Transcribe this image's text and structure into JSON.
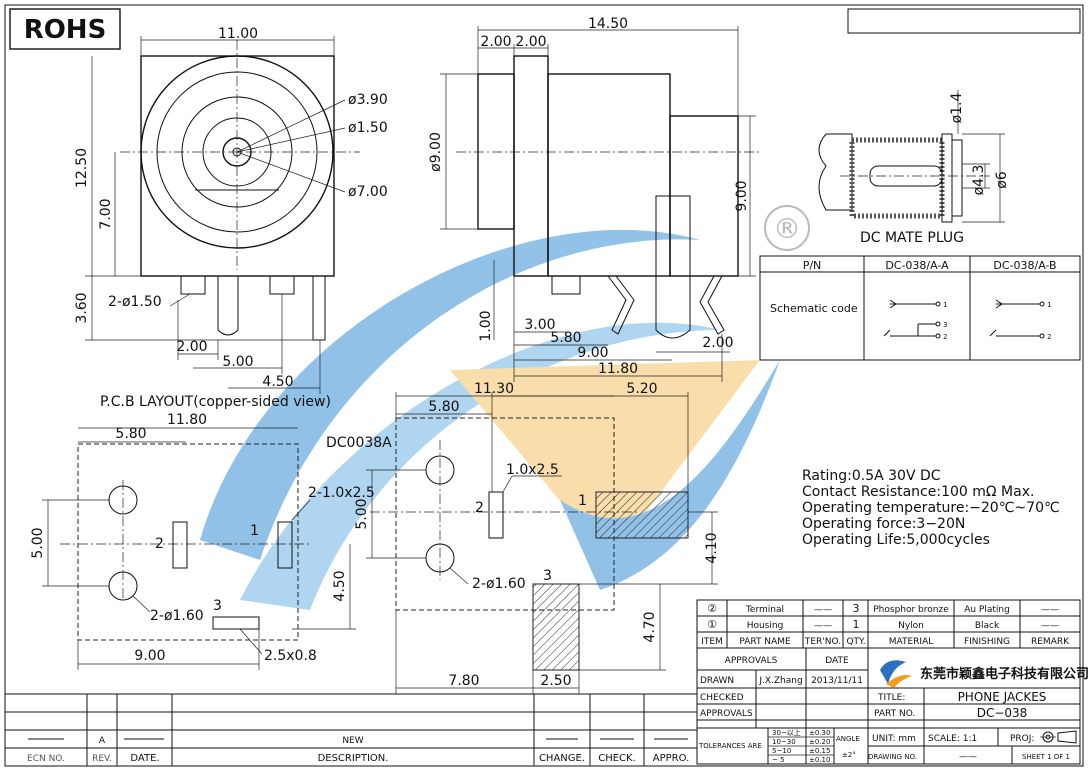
{
  "header": {
    "rohs": "ROHS"
  },
  "front_view": {
    "width": "11.00",
    "height": "12.50",
    "height_inner": "7.00",
    "pin_height": "3.60",
    "dia_outer": "ø7.00",
    "dia_mid": "ø3.90",
    "dia_inner": "ø1.50",
    "pins": "2-ø1.50",
    "d1": "2.00",
    "d2": "5.00",
    "d3": "4.50"
  },
  "side_view": {
    "length": "14.50",
    "seg_a": "2.00",
    "seg_b": "2.00",
    "dia": "ø9.00",
    "height": "9.00",
    "d_100": "1.00",
    "d_300": "3.00",
    "d_580": "5.80",
    "d_900": "9.00",
    "d_1180": "11.80",
    "d_200": "2.00"
  },
  "plug": {
    "title": "DC MATE PLUG",
    "dia1": "ø1.4",
    "dia2": "ø4.3",
    "dia3": "ø6"
  },
  "registered_mark": "®",
  "schematic_table": {
    "pn_header": "P/N",
    "col_a": "DC-038/A-A",
    "col_b": "DC-038/A-B",
    "row_label": "Schematic code",
    "n1": "1",
    "n2": "2",
    "n3": "3"
  },
  "pcb_layout": {
    "title": "P.C.B LAYOUT(copper-sided view)",
    "w_1180": "11.80",
    "w_580": "5.80",
    "h_500": "5.00",
    "d_450": "4.50",
    "d_900": "9.00",
    "slots": "2-1.0x2.5",
    "holes": "2-ø1.60",
    "slot3": "2.5x0.8",
    "pin1": "1",
    "pin2": "2",
    "pin3": "3"
  },
  "pcb_layout2": {
    "model": "DC0038A",
    "w_1130": "11.30",
    "w_580": "5.80",
    "w_520": "5.20",
    "h_500": "5.00",
    "slot": "1.0x2.5",
    "holes": "2-ø1.60",
    "d_410": "4.10",
    "d_470": "4.70",
    "d_780": "7.80",
    "d_250": "2.50",
    "pin1": "1",
    "pin2": "2",
    "pin3": "3"
  },
  "specs": [
    "Rating:0.5A 30V DC",
    "Contact Resistance:100 mΩ Max.",
    "Operating temperature:−20℃~70℃",
    "Operating force:3−20N",
    "Operating Life:5,000cycles"
  ],
  "bom": {
    "rows": [
      {
        "item": "②",
        "name": "Terminal",
        "ter": "——",
        "qty": "3",
        "material": "Phosphor bronze",
        "finishing": "Au Plating",
        "remark": "——"
      },
      {
        "item": "①",
        "name": "Housing",
        "ter": "——",
        "qty": "1",
        "material": "Nylon",
        "finishing": "Black",
        "remark": "——"
      }
    ],
    "headers": {
      "item": "ITEM",
      "name": "PART NAME",
      "ter": "TER'NO.",
      "qty": "QTY.",
      "material": "MATERIAL",
      "finishing": "FINISHING",
      "remark": "REMARK"
    }
  },
  "title_block": {
    "approvals": "APPROVALS",
    "date": "DATE",
    "company": "东莞市颖鑫电子科技有限公司",
    "drawn": "DRAWN",
    "drawn_by": "J.X.Zhang",
    "drawn_date": "2013/11/11",
    "checked": "CHECKED",
    "approvals2": "APPROVALS",
    "title_label": "TITLE:",
    "title": "PHONE JACKES",
    "part_label": "PART NO.",
    "part_no": "DC−038",
    "tolerances": "TOLERANCES ARE",
    "tol": [
      [
        "30~以上",
        "±0.30"
      ],
      [
        "10~30",
        "±0.20"
      ],
      [
        "5~10",
        "±0.15"
      ],
      [
        "~ 5",
        "±0.10"
      ]
    ],
    "angle": "ANGLE",
    "angle_val": "±2°",
    "unit": "UNIT: mm",
    "scale": "SCALE:  1:1",
    "proj": "PROJ:",
    "drawing_no": "DRAWING NO.",
    "drawing_no_val": "——",
    "sheet": "SHEET  1 OF 1"
  },
  "revision_block": {
    "rev": "A",
    "new": "NEW",
    "headers": {
      "ecn": "ECN NO.",
      "rev": "REV.",
      "date": "DATE.",
      "desc": "DESCRIPTION.",
      "change": "CHANGE.",
      "check": "CHECK.",
      "appro": "APPRO."
    }
  }
}
